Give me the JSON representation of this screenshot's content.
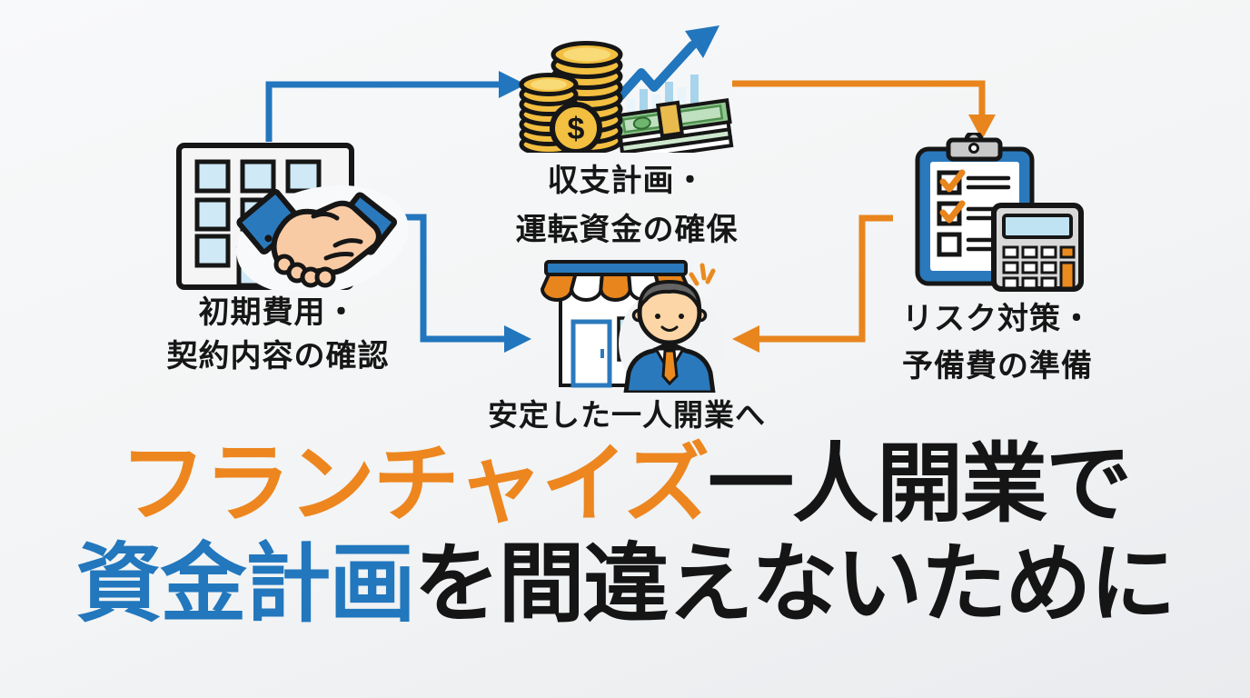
{
  "page": {
    "background_top": "#f8f9fa",
    "background_bottom": "#e9ebee"
  },
  "colors": {
    "flow_blue": "#2176bd",
    "flow_orange": "#e8851d",
    "title_orange": "#ed861f",
    "title_blue": "#2277bd",
    "text_black": "#161616",
    "coin_gold": "#f2bf41",
    "money_green": "#8fc98f",
    "skin": "#f9cba4"
  },
  "diagram": {
    "nodes": [
      {
        "id": "contract",
        "icon": "building-handshake-icon",
        "label_lines": [
          "初期費用・",
          "契約内容の確認"
        ]
      },
      {
        "id": "finance",
        "icon": "coins-money-growth-icon",
        "label_lines": [
          "収支計画・",
          "運転資金の確保"
        ]
      },
      {
        "id": "risk",
        "icon": "clipboard-calculator-icon",
        "label_lines": [
          "リスク対策・",
          "予備費の準備"
        ]
      },
      {
        "id": "goal",
        "icon": "storefront-owner-icon",
        "label_lines": [
          "安定した一人開業へ"
        ]
      }
    ],
    "arrows": [
      {
        "from": "contract",
        "to": "finance",
        "color": "#2176bd"
      },
      {
        "from": "finance",
        "to": "risk",
        "color": "#e8851d"
      },
      {
        "from": "contract",
        "to": "goal",
        "color": "#2176bd"
      },
      {
        "from": "risk",
        "to": "goal",
        "color": "#e8851d"
      }
    ],
    "dollar_glyph": "$"
  },
  "title": {
    "line1": {
      "highlight": "フランチャイズ",
      "rest": "一人開業で"
    },
    "line2": {
      "highlight": "資金計画",
      "rest": "を間違えないために"
    }
  }
}
